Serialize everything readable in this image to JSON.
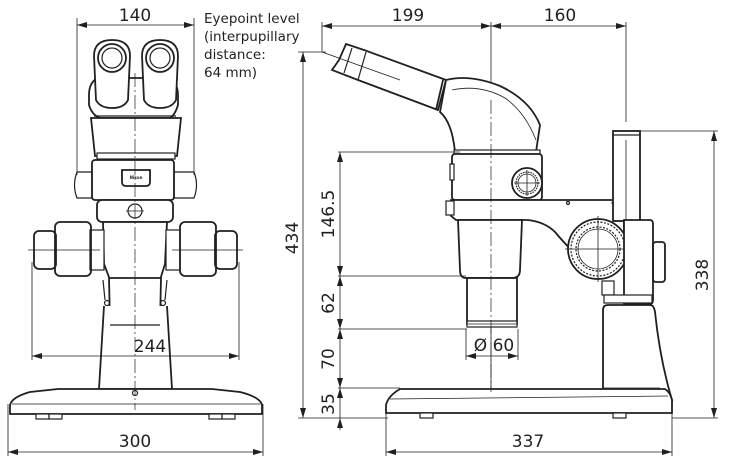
{
  "title": "Stereo microscope dimensional drawing (mm)",
  "colors": {
    "line": "#231f20",
    "background": "#ffffff"
  },
  "front_view": {
    "dimensions": {
      "eyepiece_width": "140",
      "focus_knob_span": "244",
      "base_width": "300"
    },
    "eyepoint_note": [
      "Eyepoint level",
      "(interpupillary",
      "distance:",
      "64 mm)"
    ],
    "brand_label": "Nikon"
  },
  "side_view": {
    "dimensions": {
      "eyepoint_to_axis": "199",
      "axis_to_pole": "160",
      "total_height": "434",
      "body_height": "146.5",
      "objective_height": "62",
      "working_clearance": "70",
      "base_height": "35",
      "objective_diameter": "Ø 60",
      "pole_height": "338",
      "base_depth": "337"
    }
  }
}
